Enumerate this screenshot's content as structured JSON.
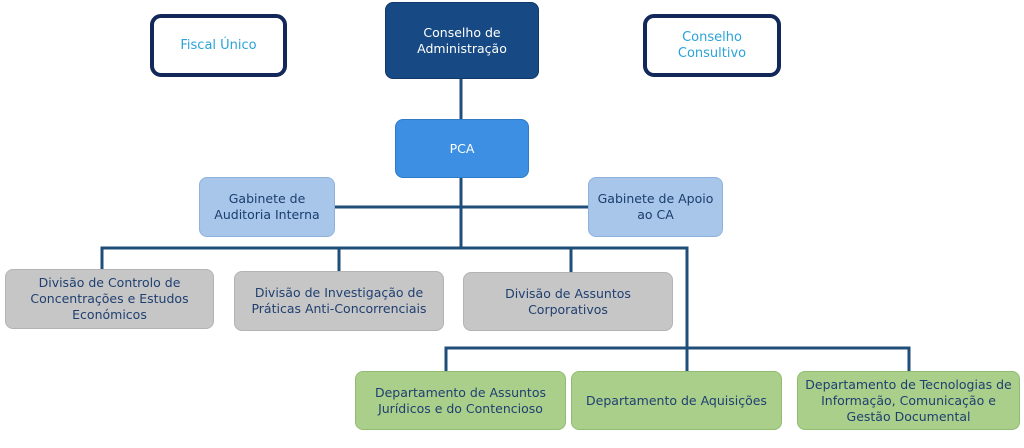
{
  "colors": {
    "connector": "#1f4e79",
    "outline_border": "#12285a",
    "outline_text": "#2aa3d8",
    "board": "#174a84",
    "pca": "#3c8fe2",
    "office": "#a7c6ea",
    "division": "#c6c6c6",
    "department": "#a9cf8b"
  },
  "nodes": {
    "fiscal": "Fiscal Único",
    "board": "Conselho de Administração",
    "advisory": "Conselho Consultivo",
    "pca": "PCA",
    "internal_audit": "Gabinete de Auditoria Interna",
    "support_office": "Gabinete de Apoio ao CA",
    "div_concentration": "Divisão de Controlo de Concentrações e Estudos Económicos",
    "div_investigation": "Divisão de Investigação de Práticas Anti-Concorrenciais",
    "div_corporate": "Divisão de Assuntos Corporativos",
    "dep_legal": "Departamento de Assuntos Jurídicos e do Contencioso",
    "dep_procurement": "Departamento de Aquisições",
    "dep_it": "Departamento de Tecnologias de Informação, Comunicação e Gestão Documental"
  }
}
